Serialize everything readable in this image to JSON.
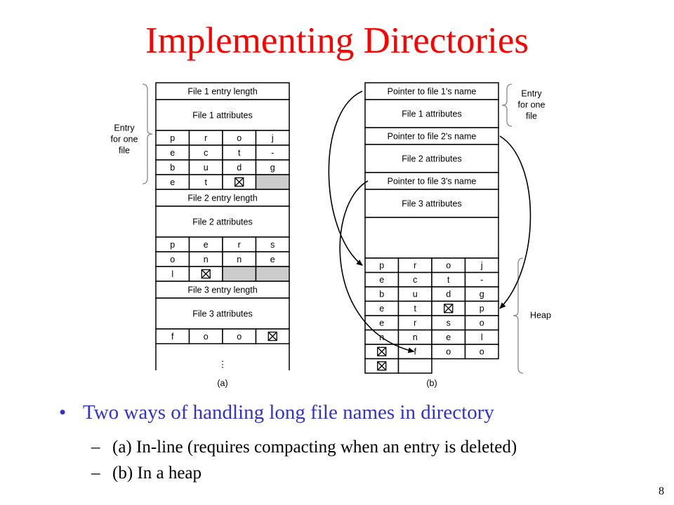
{
  "title": "Implementing Directories",
  "diagram_a": {
    "caption": "(a)",
    "brace_label": [
      "Entry",
      "for one",
      "file"
    ],
    "entries": [
      {
        "length_label": "File 1 entry length",
        "attr_label": "File 1 attributes",
        "rows": [
          [
            "p",
            "r",
            "o",
            "j"
          ],
          [
            "e",
            "c",
            "t",
            "-"
          ],
          [
            "b",
            "u",
            "d",
            "g"
          ],
          [
            "e",
            "t",
            "X",
            "_"
          ]
        ]
      },
      {
        "length_label": "File 2 entry length",
        "attr_label": "File 2 attributes",
        "rows": [
          [
            "p",
            "e",
            "r",
            "s"
          ],
          [
            "o",
            "n",
            "n",
            "e"
          ],
          [
            "l",
            "X",
            "_",
            "_"
          ]
        ]
      },
      {
        "length_label": "File 3 entry length",
        "attr_label": "File 3 attributes",
        "rows": [
          [
            "f",
            "o",
            "o",
            "X"
          ]
        ]
      }
    ],
    "continuation": "⋮"
  },
  "diagram_b": {
    "caption": "(b)",
    "brace_entry_label": [
      "Entry",
      "for one",
      "file"
    ],
    "brace_heap_label": "Heap",
    "entries": [
      {
        "pointer_label": "Pointer to file 1's name",
        "attr_label": "File 1 attributes"
      },
      {
        "pointer_label": "Pointer to file 2's name",
        "attr_label": "File 2 attributes"
      },
      {
        "pointer_label": "Pointer to file 3's name",
        "attr_label": "File 3 attributes"
      }
    ],
    "heap_rows": [
      [
        "p",
        "r",
        "o",
        "j"
      ],
      [
        "e",
        "c",
        "t",
        "-"
      ],
      [
        "b",
        "u",
        "d",
        "g"
      ],
      [
        "e",
        "t",
        "X",
        "p"
      ],
      [
        "e",
        "r",
        "s",
        "o"
      ],
      [
        "n",
        "n",
        "e",
        "l"
      ],
      [
        "X",
        "f",
        "o",
        "o"
      ],
      [
        "X",
        "",
        "",
        ""
      ]
    ]
  },
  "bullet": "Two ways of handling long file names in directory",
  "subitems": [
    "(a) In-line (requires compacting when an entry is deleted)",
    "(b) In a heap"
  ],
  "page_number": "8"
}
